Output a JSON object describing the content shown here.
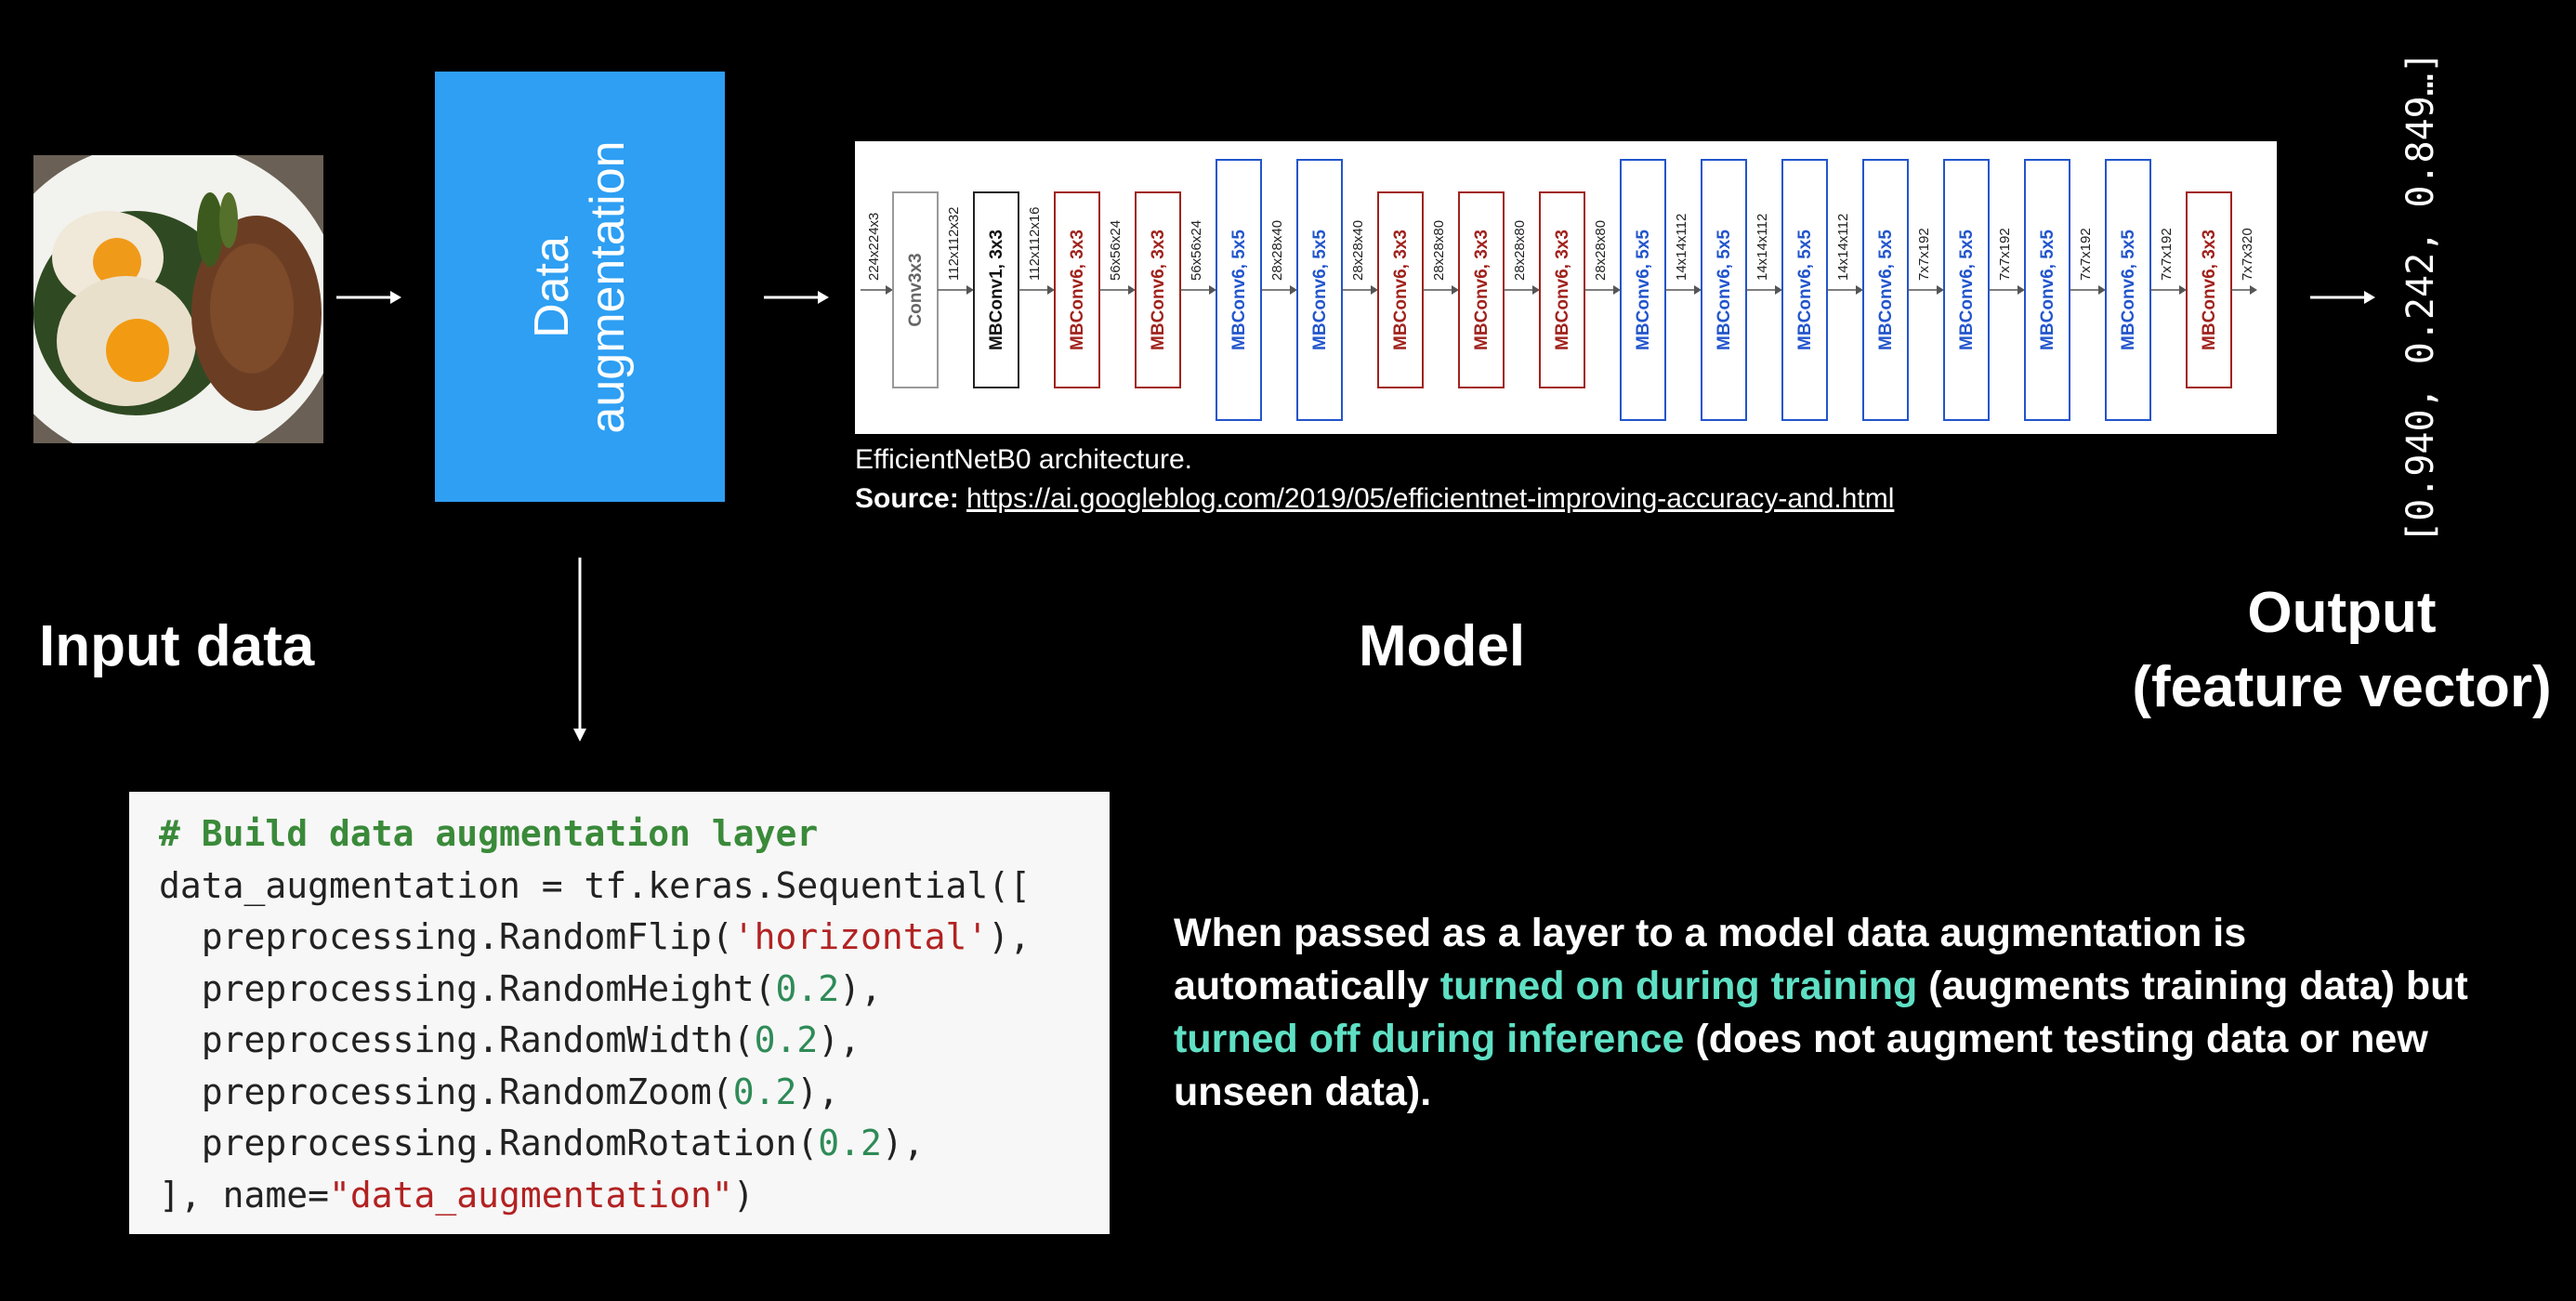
{
  "input": {
    "title": "Input data",
    "image_alt": "Plate of fried eggs, steak and greens"
  },
  "augmentation": {
    "label_line1": "Data",
    "label_line2": "augmentation",
    "box_color": "#2e9ff3"
  },
  "model": {
    "title": "Model",
    "architecture": {
      "input_shape": "224x224x3",
      "layers": [
        {
          "name": "Conv3x3",
          "output": "112x112x32",
          "style": "conv"
        },
        {
          "name": "MBConv1, 3x3",
          "output": "112x112x16",
          "style": "mb1"
        },
        {
          "name": "MBConv6, 3x3",
          "output": "56x56x24",
          "style": "red"
        },
        {
          "name": "MBConv6, 3x3",
          "output": "56x56x24",
          "style": "red"
        },
        {
          "name": "MBConv6, 5x5",
          "output": "28x28x40",
          "style": "blue"
        },
        {
          "name": "MBConv6, 5x5",
          "output": "28x28x40",
          "style": "blue"
        },
        {
          "name": "MBConv6, 3x3",
          "output": "28x28x80",
          "style": "red"
        },
        {
          "name": "MBConv6, 3x3",
          "output": "28x28x80",
          "style": "red"
        },
        {
          "name": "MBConv6, 3x3",
          "output": "28x28x80",
          "style": "red"
        },
        {
          "name": "MBConv6, 5x5",
          "output": "14x14x112",
          "style": "blue"
        },
        {
          "name": "MBConv6, 5x5",
          "output": "14x14x112",
          "style": "blue"
        },
        {
          "name": "MBConv6, 5x5",
          "output": "14x14x112",
          "style": "blue"
        },
        {
          "name": "MBConv6, 5x5",
          "output": "7x7x192",
          "style": "blue"
        },
        {
          "name": "MBConv6, 5x5",
          "output": "7x7x192",
          "style": "blue"
        },
        {
          "name": "MBConv6, 5x5",
          "output": "7x7x192",
          "style": "blue"
        },
        {
          "name": "MBConv6, 5x5",
          "output": "7x7x192",
          "style": "blue"
        },
        {
          "name": "MBConv6, 3x3",
          "output": "7x7x320",
          "style": "red"
        }
      ]
    },
    "caption_line1": "EfficientNetB0 architecture.",
    "caption_source_label": "Source:",
    "caption_url": "https://ai.googleblog.com/2019/05/efficientnet-improving-accuracy-and.html"
  },
  "output": {
    "vector_text": "[0.940, 0.242, 0.849…]",
    "title_line1": "Output",
    "title_line2": "(feature vector)"
  },
  "code": {
    "comment": "# Build data augmentation layer",
    "line1": "data_augmentation = tf.keras.Sequential([",
    "flip_prefix": "  preprocessing.RandomFlip(",
    "flip_arg": "'horizontal'",
    "flip_suffix": "),",
    "height_prefix": "  preprocessing.RandomHeight(",
    "height_arg": "0.2",
    "height_suffix": "),",
    "width_prefix": "  preprocessing.RandomWidth(",
    "width_arg": "0.2",
    "width_suffix": "),",
    "zoom_prefix": "  preprocessing.RandomZoom(",
    "zoom_arg": "0.2",
    "zoom_suffix": "),",
    "rotation_prefix": "  preprocessing.RandomRotation(",
    "rotation_arg": "0.2",
    "rotation_suffix": "),",
    "end_prefix": "], name=",
    "end_arg": "\"data_augmentation\"",
    "end_suffix": ")"
  },
  "note": {
    "part1": "When passed as a layer to a model data augmentation is automatically ",
    "highlight1": "turned on during training",
    "part2": " (augments training data) but ",
    "highlight2": "turned off during inference",
    "part3": " (does not augment testing data or new unseen data)."
  },
  "colors": {
    "highlight": "#5fe0c4",
    "layer_red": "#a0221c",
    "layer_blue": "#2255cc"
  }
}
